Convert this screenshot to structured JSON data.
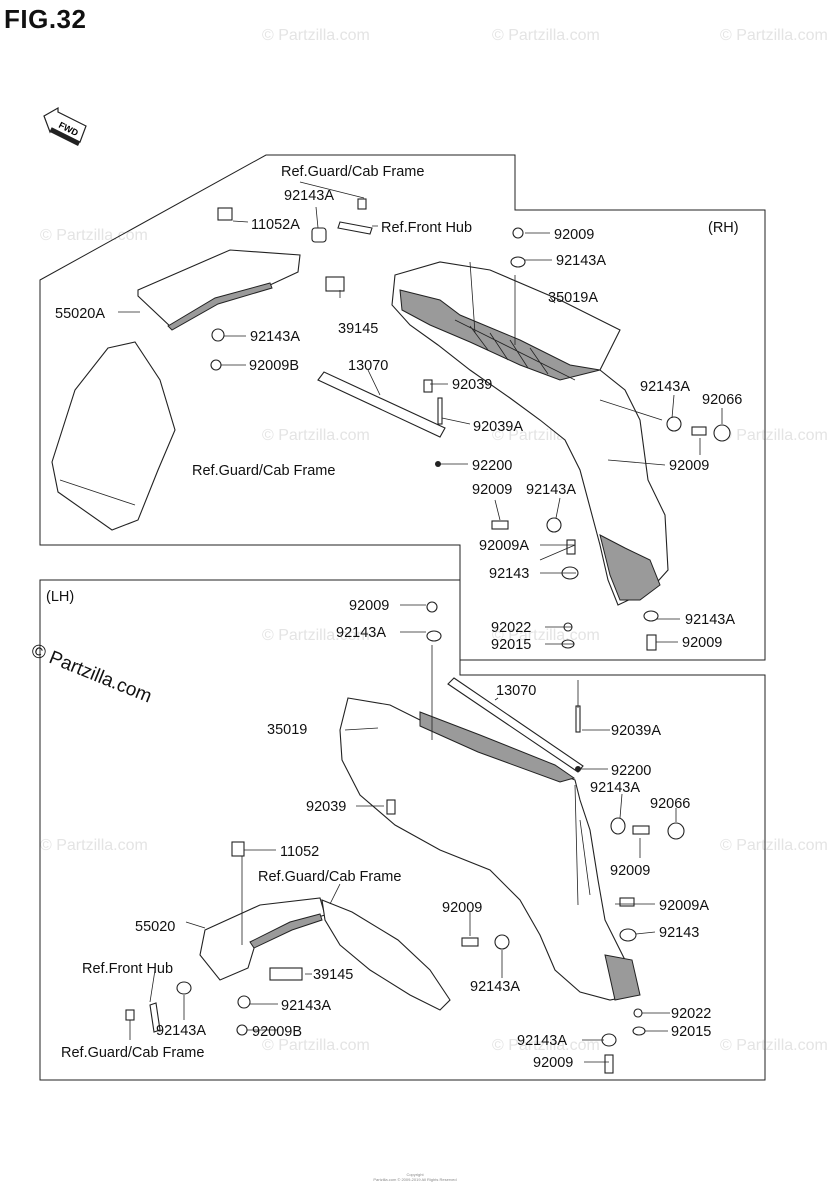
{
  "figure_title": "FIG.32",
  "brand": "© Partzilla.com",
  "watermark": "© Partzilla.com",
  "forward_icon_label": "FWD",
  "footer_lines": [
    "Copyright",
    "Partzilla.com © 2009-2019 All Rights Reserved"
  ],
  "rh_panel": {
    "side_label": "(RH)",
    "labels": {
      "ref_guard_top": "Ref.Guard/Cab Frame",
      "p92143A_top": "92143A",
      "p11052A": "11052A",
      "ref_front_hub": "Ref.Front Hub",
      "p92009_top": "92009",
      "p92143A_b": "92143A",
      "p35019A": "35019A",
      "p55020A": "55020A",
      "p39145": "39145",
      "p92143A_c": "92143A",
      "p92009B": "92009B",
      "p13070": "13070",
      "p92039": "92039",
      "p92039A": "92039A",
      "ref_guard_mid": "Ref.Guard/Cab Frame",
      "p92200": "92200",
      "p92143A_d": "92143A",
      "p92066": "92066",
      "p92009_d": "92009",
      "p92009_e": "92009",
      "p92143A_e": "92143A",
      "p92009A": "92009A",
      "p92143": "92143",
      "p92022": "92022",
      "p92143A_f": "92143A",
      "p92015": "92015",
      "p92009_f": "92009"
    }
  },
  "lh_panel": {
    "side_label": "(LH)",
    "labels": {
      "p92009_top": "92009",
      "p92143A_top": "92143A",
      "p13070": "13070",
      "p35019": "35019",
      "p92039A": "92039A",
      "p92200": "92200",
      "p92143A_b": "92143A",
      "p92066": "92066",
      "p92039": "92039",
      "p11052": "11052",
      "p92009_b": "92009",
      "ref_guard": "Ref.Guard/Cab Frame",
      "p92009A": "92009A",
      "p92009_c": "92009",
      "p55020": "55020",
      "p92143": "92143",
      "ref_front_hub": "Ref.Front Hub",
      "p39145": "39145",
      "p92143A_c": "92143A",
      "p92143A_d": "92143A",
      "p92022": "92022",
      "p92143A_e": "92143A",
      "p92015": "92015",
      "p92009B": "92009B",
      "ref_guard_bottom": "Ref.Guard/Cab Frame",
      "p92143A_f": "92143A",
      "p92009_f": "92009"
    }
  }
}
